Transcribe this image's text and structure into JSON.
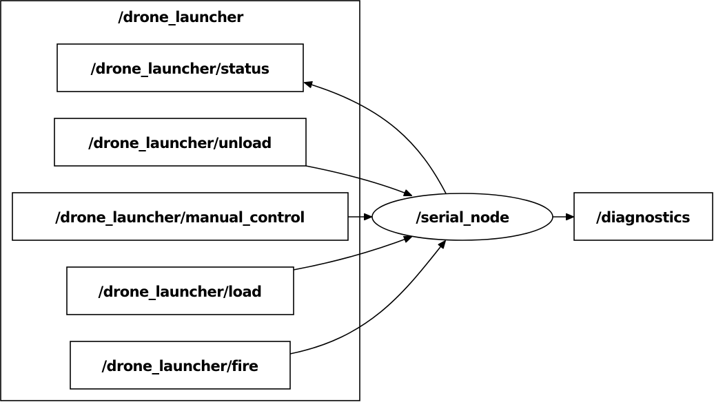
{
  "cluster": {
    "label": "/drone_launcher"
  },
  "topics": {
    "status": "/drone_launcher/status",
    "unload": "/drone_launcher/unload",
    "manual_control": "/drone_launcher/manual_control",
    "load": "/drone_launcher/load",
    "fire": "/drone_launcher/fire"
  },
  "nodes": {
    "serial_node": "/serial_node",
    "diagnostics": "/diagnostics"
  }
}
